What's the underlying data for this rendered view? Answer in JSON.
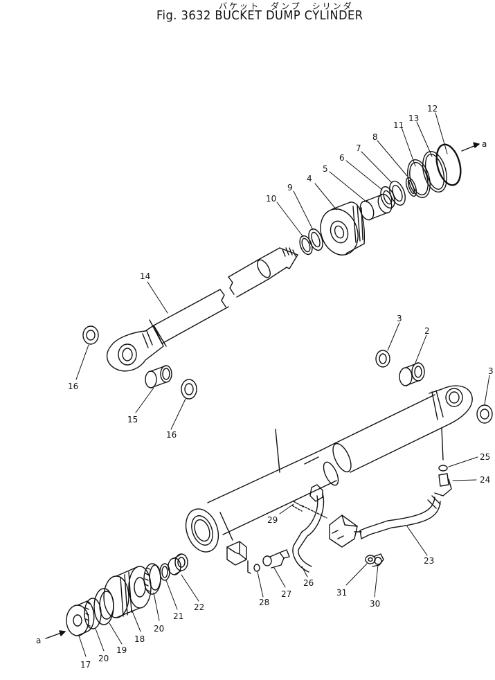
{
  "header": {
    "subtitle_kana": "バケット　ダンプ　シリンダ",
    "title": "Fig. 3632  BUCKET DUMP  CYLINDER"
  },
  "diagram": {
    "callouts": [
      {
        "id": "c12",
        "text": "12"
      },
      {
        "id": "c13",
        "text": "13"
      },
      {
        "id": "c11",
        "text": "11"
      },
      {
        "id": "c8",
        "text": "8"
      },
      {
        "id": "c7",
        "text": "7"
      },
      {
        "id": "c6",
        "text": "6"
      },
      {
        "id": "c5",
        "text": "5"
      },
      {
        "id": "c4",
        "text": "4"
      },
      {
        "id": "c9",
        "text": "9"
      },
      {
        "id": "c10",
        "text": "10"
      },
      {
        "id": "c14",
        "text": "14"
      },
      {
        "id": "c16a",
        "text": "16"
      },
      {
        "id": "c15",
        "text": "15"
      },
      {
        "id": "c16b",
        "text": "16"
      },
      {
        "id": "c3a",
        "text": "3"
      },
      {
        "id": "c2",
        "text": "2"
      },
      {
        "id": "c3b",
        "text": "3"
      },
      {
        "id": "c25",
        "text": "25"
      },
      {
        "id": "c24",
        "text": "24"
      },
      {
        "id": "c23",
        "text": "23"
      },
      {
        "id": "c29",
        "text": "29"
      },
      {
        "id": "c26",
        "text": "26"
      },
      {
        "id": "c27",
        "text": "27"
      },
      {
        "id": "c28",
        "text": "28"
      },
      {
        "id": "c31",
        "text": "31"
      },
      {
        "id": "c30",
        "text": "30"
      },
      {
        "id": "c22",
        "text": "22"
      },
      {
        "id": "c21",
        "text": "21"
      },
      {
        "id": "c20a",
        "text": "20"
      },
      {
        "id": "c18",
        "text": "18"
      },
      {
        "id": "c19",
        "text": "19"
      },
      {
        "id": "c20b",
        "text": "20"
      },
      {
        "id": "c17",
        "text": "17"
      },
      {
        "id": "a_top",
        "text": "a"
      },
      {
        "id": "a_bottom",
        "text": "a"
      }
    ]
  }
}
